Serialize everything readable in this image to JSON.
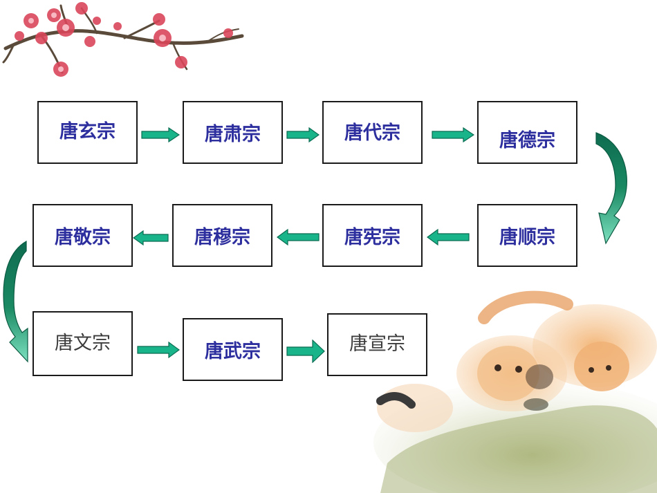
{
  "colors": {
    "text_bold": "#2e2f9e",
    "text_plain": "#3b3b3b",
    "arrow_fill": "#19b48a",
    "arrow_stroke": "#0b6b52",
    "curve_fill": "#1a8a63",
    "border": "#1a1a1a",
    "blossom": "#d9465a",
    "branch": "#5a4a3a"
  },
  "emperors": [
    {
      "name": "唐玄宗",
      "style": "bold"
    },
    {
      "name": "唐肃宗",
      "style": "bold"
    },
    {
      "name": "唐代宗",
      "style": "bold"
    },
    {
      "name": "唐德宗",
      "style": "bold"
    },
    {
      "name": "唐顺宗",
      "style": "bold"
    },
    {
      "name": "唐宪宗",
      "style": "bold"
    },
    {
      "name": "唐穆宗",
      "style": "bold"
    },
    {
      "name": "唐敬宗",
      "style": "bold"
    },
    {
      "name": "唐文宗",
      "style": "plain"
    },
    {
      "name": "唐武宗",
      "style": "bold"
    },
    {
      "name": "唐宣宗",
      "style": "plain"
    }
  ],
  "decorations": [
    "plum-blossom-branch",
    "cats-on-rock-painting"
  ]
}
